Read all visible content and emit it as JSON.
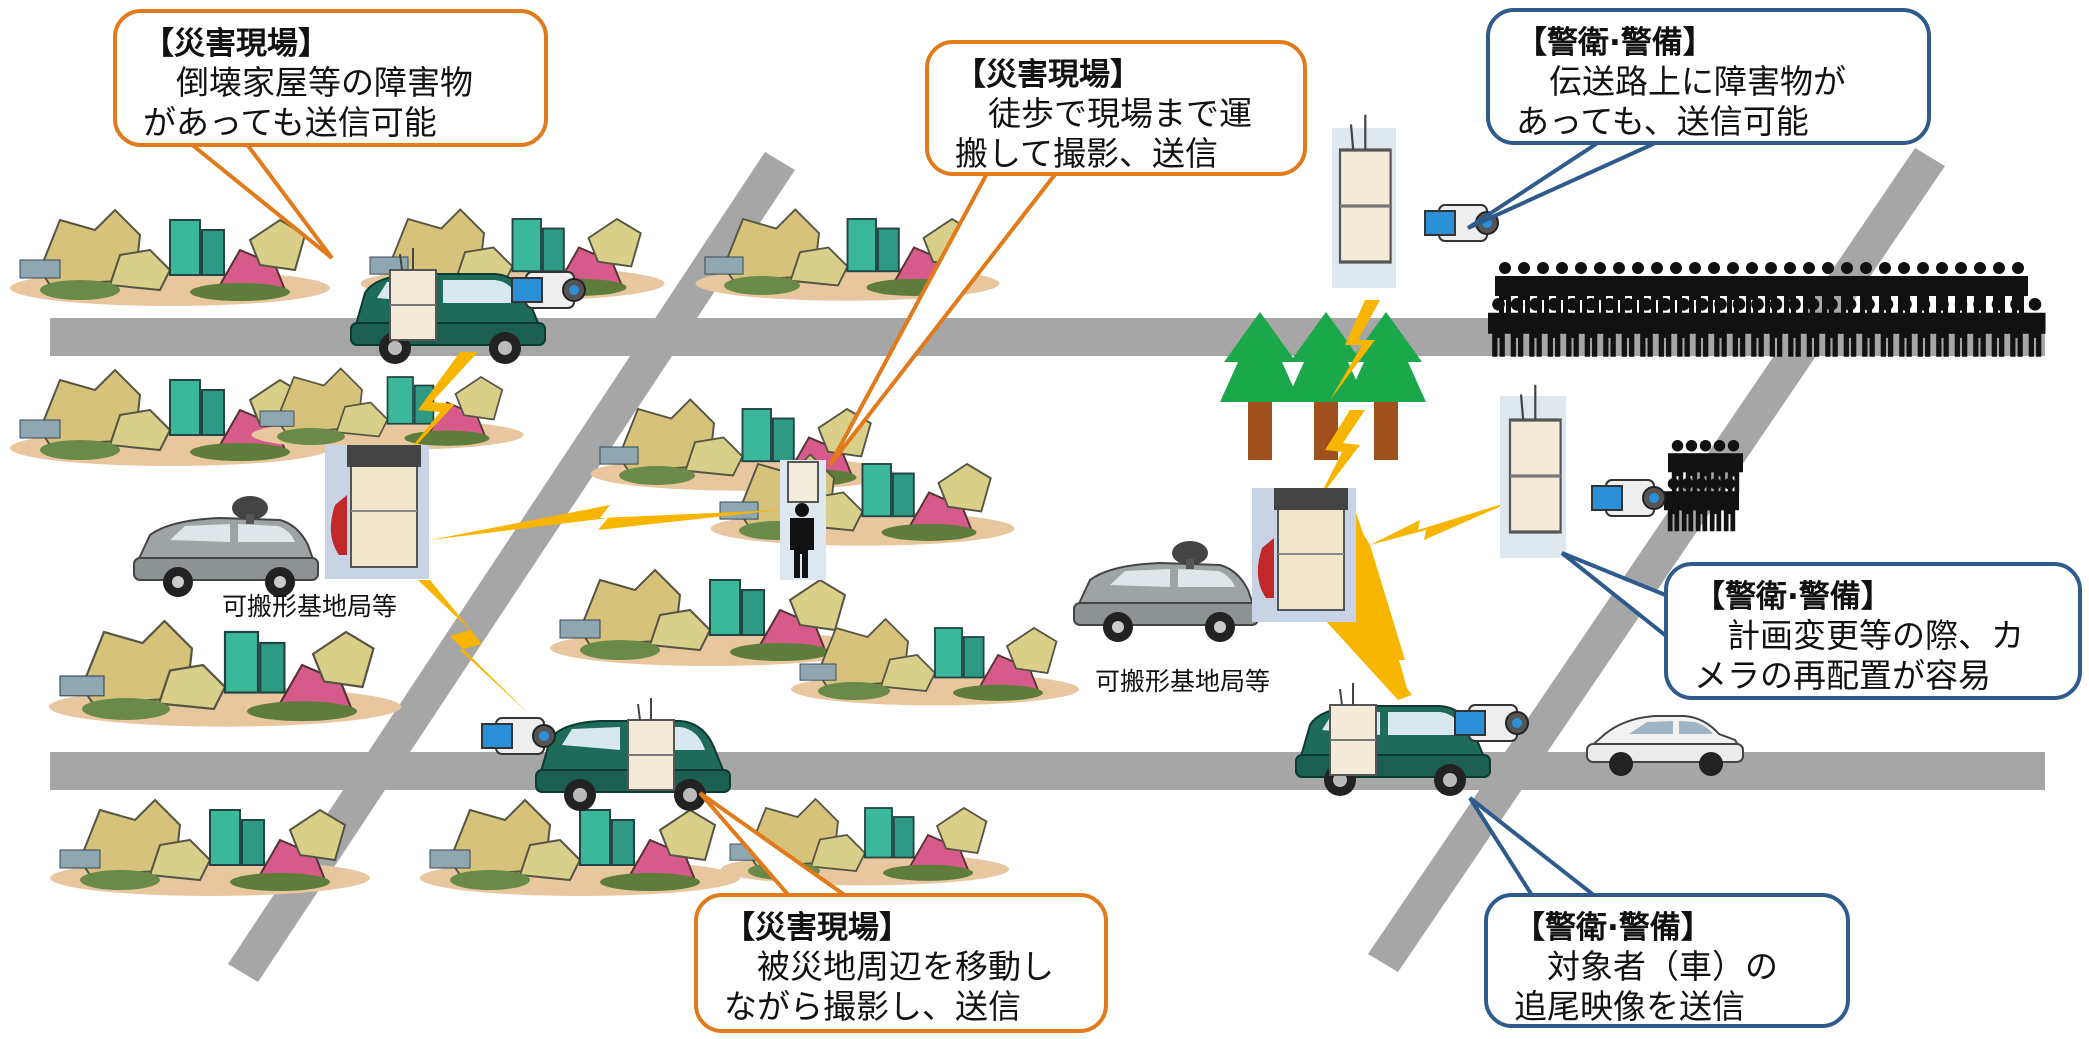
{
  "colors": {
    "disaster_callout_border": "#e07a1a",
    "security_callout_border": "#2f5a8c",
    "road": "#a6a6a6",
    "lightning": "#f7b500",
    "tree_leaves": "#1aa84a",
    "tree_trunk": "#a0501c",
    "crowd": "#111111",
    "vehicle_body": "#1e6b5a"
  },
  "callouts": {
    "disaster_top_left": {
      "heading": "【災害現場】",
      "body": "　倒壊家屋等の障害物\nがあっても送信可能"
    },
    "disaster_top_center": {
      "heading": "【災害現場】",
      "body": "　徒歩で現場まで運\n搬して撮影、送信"
    },
    "disaster_bottom": {
      "heading": "【災害現場】",
      "body": "　被災地周辺を移動し\nながら撮影し、送信"
    },
    "security_top_right": {
      "heading": "【警衛·警備】",
      "body": "　伝送路上に障害物が\nあっても、送信可能"
    },
    "security_mid_right": {
      "heading": "【警衛·警備】",
      "body": "　計画変更等の際、カ\nメラの再配置が容易"
    },
    "security_bottom_right": {
      "heading": "【警衛·警備】",
      "body": "　対象者（車）の\n追尾映像を送信"
    }
  },
  "labels": {
    "base_station_left": "可搬形基地局等",
    "base_station_right": "可搬形基地局等"
  },
  "icons": [
    "collapsed-house-icon",
    "minivan-icon",
    "video-camera-icon",
    "transmitter-box-icon",
    "satellite-van-icon",
    "lightning-bolt-icon",
    "tree-icon",
    "crowd-icon",
    "sedan-icon",
    "walking-operator-icon"
  ]
}
